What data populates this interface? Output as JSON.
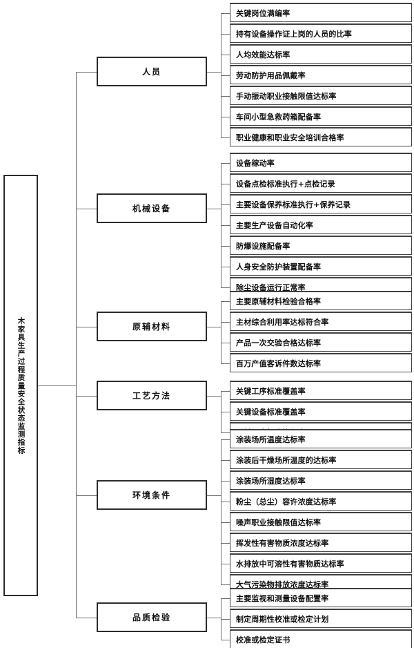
{
  "diagram": {
    "title": "木家具生产过程质量安全状态监测指标",
    "root": {
      "label": "木家具生产过程质量安全状态监测指标"
    },
    "categories": [
      {
        "label": "人员",
        "leaves": [
          "关键岗位满编率",
          "持有设备操作证上岗的人员的比率",
          "人均效能达标率",
          "劳动防护用品佩戴率",
          "手动振动职业接触限值达标率",
          "车间小型急救药箱配备率",
          "职业健康和职业安全培训合格率"
        ]
      },
      {
        "label": "机械设备",
        "leaves": [
          "设备稼动率",
          "设备点检标准执行+点检记录",
          "主要设备保养标准执行+保养记录",
          "主要生产设备自动化率",
          "防爆设施配备率",
          "人身安全防护装置配备率",
          "除尘设备运行正常率"
        ]
      },
      {
        "label": "原辅材料",
        "leaves": [
          "主要原辅材料检验合格率",
          "主材综合利用率达标符合率",
          "产品一次交验合格达标率",
          "百万产值客诉件数达标率"
        ]
      },
      {
        "label": "工艺方法",
        "leaves": [
          "关键工序标准覆盖率",
          "关键设备标准覆盖率",
          "关键工序标准执行率"
        ]
      },
      {
        "label": "环境条件",
        "leaves": [
          "涂装场所温度达标率",
          "涂装后干燥场所温度的达标率",
          "涂装场所湿度达标率",
          "粉尘（总尘）容许浓度达标率",
          "噪声职业接触限值达标率",
          "挥发性有害物质浓度达标率",
          "水排放中可溶性有害物质达标率",
          "大气污染物排放浓度达标率"
        ]
      },
      {
        "label": "品质检验",
        "leaves": [
          "主要监视和测量设备配置率",
          "制定周期性校准或检定计划",
          "校准或检定证书"
        ]
      }
    ],
    "colors": {
      "box_border": "#2b2b2b",
      "leaf_border": "#3f3f3f",
      "connector": "#6e6e6e",
      "text": "#111111",
      "background": "#ffffff"
    }
  }
}
